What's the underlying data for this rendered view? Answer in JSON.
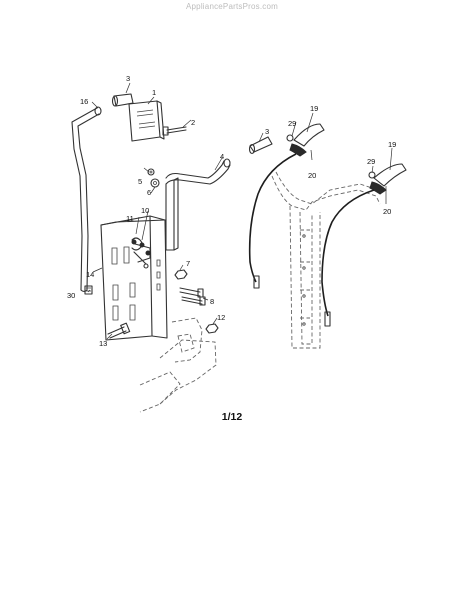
{
  "header": {
    "watermark": "AppliancePartsPros.com"
  },
  "diagram": {
    "page_label": "1/12",
    "callouts": [
      "1",
      "2",
      "3",
      "3",
      "4",
      "5",
      "6",
      "7",
      "8",
      "10",
      "11",
      "12",
      "13",
      "14",
      "16",
      "19",
      "19",
      "20",
      "20",
      "29",
      "29",
      "30"
    ]
  }
}
